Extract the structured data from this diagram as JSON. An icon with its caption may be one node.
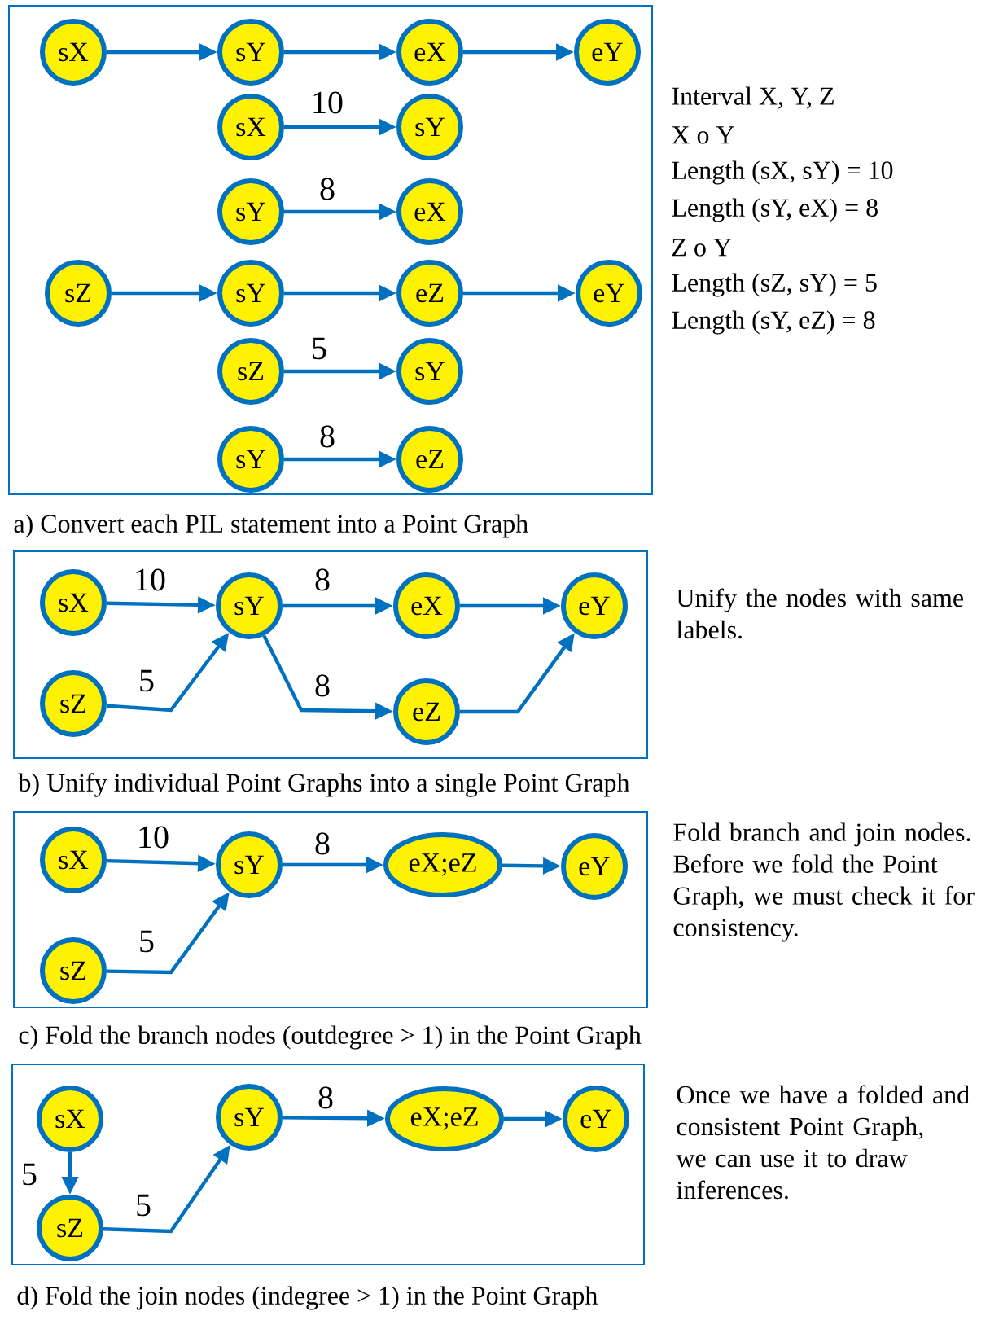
{
  "diagram": {
    "nodes": [
      {
        "text": [
          "a) Convert each PIL statement into a Point Graph"
        ],
        "beside": [
          "Interval X, Y, Z",
          "X o Y",
          "Length (sX, sY) = 10",
          "Length (sY, eX) = 8",
          "Z o Y",
          "Length (sZ, sY) = 5",
          "Length (sY, eZ) = 8"
        ]
      },
      {
        "text": [
          "sX"
        ],
        "in": 0
      },
      {
        "text": [
          "sY"
        ],
        "in": 0
      },
      {
        "text": [
          "eX"
        ],
        "in": 0
      },
      {
        "text": [
          "eY"
        ],
        "in": 0
      },
      {
        "text": [
          "sX"
        ],
        "in": 0
      },
      {
        "text": [
          "sY"
        ],
        "in": 0
      },
      {
        "text": [
          "sY"
        ],
        "in": 0
      },
      {
        "text": [
          "eX"
        ],
        "in": 0
      },
      {
        "text": [
          "sZ"
        ],
        "in": 0
      },
      {
        "text": [
          "sY"
        ],
        "in": 0
      },
      {
        "text": [
          "eZ"
        ],
        "in": 0
      },
      {
        "text": [
          "eY"
        ],
        "in": 0
      },
      {
        "text": [
          "sZ"
        ],
        "in": 0
      },
      {
        "text": [
          "sY"
        ],
        "in": 0
      },
      {
        "text": [
          "sY"
        ],
        "in": 0
      },
      {
        "text": [
          "eZ"
        ],
        "in": 0
      },
      {
        "text": [
          "b) Unify individual Point Graphs into a single Point Graph"
        ],
        "beside": [
          "Unify the nodes with same labels."
        ]
      },
      {
        "text": [
          "sX"
        ],
        "in": 17
      },
      {
        "text": [
          "sY"
        ],
        "in": 17
      },
      {
        "text": [
          "eX"
        ],
        "in": 17
      },
      {
        "text": [
          "eY"
        ],
        "in": 17
      },
      {
        "text": [
          "sZ"
        ],
        "in": 17
      },
      {
        "text": [
          "eZ"
        ],
        "in": 17
      },
      {
        "text": [
          "c) Fold the branch nodes (outdegree > 1) in the Point Graph"
        ],
        "beside": [
          "Fold branch and join nodes. Before we fold the Point Graph, we must check it for consistency."
        ]
      },
      {
        "text": [
          "sX"
        ],
        "in": 24
      },
      {
        "text": [
          "sY"
        ],
        "in": 24
      },
      {
        "text": [
          "eX;eZ"
        ],
        "in": 24
      },
      {
        "text": [
          "eY"
        ],
        "in": 24
      },
      {
        "text": [
          "sZ"
        ],
        "in": 24
      },
      {
        "text": [
          "d) Fold the join  nodes (indegree > 1) in the Point Graph"
        ],
        "beside": [
          "Once we have a folded and consistent Point Graph, we can use it to draw inferences."
        ]
      },
      {
        "text": [
          "sX"
        ],
        "in": 30
      },
      {
        "text": [
          "sY"
        ],
        "in": 30
      },
      {
        "text": [
          "eX;eZ"
        ],
        "in": 30
      },
      {
        "text": [
          "eY"
        ],
        "in": 30
      },
      {
        "text": [
          "sZ"
        ],
        "in": 30
      }
    ],
    "edges": [
      {
        "from": 1,
        "to": 2,
        "arrow": "to"
      },
      {
        "from": 2,
        "to": 3,
        "arrow": "to"
      },
      {
        "from": 3,
        "to": 4,
        "arrow": "to"
      },
      {
        "from": 5,
        "to": 6,
        "arrow": "to",
        "label": "10"
      },
      {
        "from": 7,
        "to": 8,
        "arrow": "to",
        "label": "8"
      },
      {
        "from": 9,
        "to": 10,
        "arrow": "to"
      },
      {
        "from": 10,
        "to": 11,
        "arrow": "to"
      },
      {
        "from": 11,
        "to": 12,
        "arrow": "to"
      },
      {
        "from": 13,
        "to": 14,
        "arrow": "to",
        "label": "5"
      },
      {
        "from": 15,
        "to": 16,
        "arrow": "to",
        "label": "8"
      },
      {
        "from": 18,
        "to": 19,
        "arrow": "to",
        "label": "10"
      },
      {
        "from": 19,
        "to": 20,
        "arrow": "to",
        "label": "8"
      },
      {
        "from": 20,
        "to": 21,
        "arrow": "to"
      },
      {
        "from": 22,
        "to": 19,
        "arrow": "to",
        "label": "5"
      },
      {
        "from": 19,
        "to": 23,
        "arrow": "to",
        "label": "8"
      },
      {
        "from": 23,
        "to": 21,
        "arrow": "to"
      },
      {
        "from": 25,
        "to": 26,
        "arrow": "to",
        "label": "10"
      },
      {
        "from": 26,
        "to": 27,
        "arrow": "to",
        "label": "8"
      },
      {
        "from": 27,
        "to": 28,
        "arrow": "to"
      },
      {
        "from": 29,
        "to": 26,
        "arrow": "to",
        "label": "5"
      },
      {
        "from": 31,
        "to": 35,
        "arrow": "to",
        "label": "5"
      },
      {
        "from": 35,
        "to": 32,
        "arrow": "to",
        "label": "5"
      },
      {
        "from": 32,
        "to": 33,
        "arrow": "to",
        "label": "8"
      },
      {
        "from": 33,
        "to": 34,
        "arrow": "to"
      }
    ]
  }
}
